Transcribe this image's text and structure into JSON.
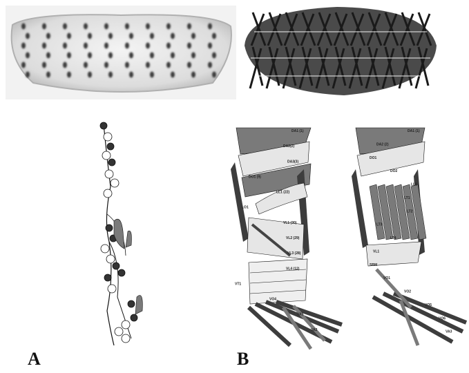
{
  "figure": {
    "panel_labels": {
      "a": "A",
      "b": "B"
    },
    "muscle_labels_left": [
      "DA1 (1)",
      "DA2(2)",
      "DA3(3)",
      "DO1 (9)",
      "LL1 (22)",
      "LO1",
      "VL1 (30)",
      "VL2 (29)",
      "VL3 (28)",
      "VL4 (12)",
      "VT1",
      "VO4",
      "VA1",
      "VA2"
    ],
    "muscle_labels_right": [
      "DA1 (1)",
      "DA2 (2)",
      "DO1",
      "DO2",
      "LL1",
      "LT1",
      "LT2",
      "LT3",
      "LT4",
      "VL1",
      "SBM",
      "VO1",
      "VO2",
      "VO5",
      "VO6",
      "VA3"
    ],
    "colors": {
      "muscle_dark": "#3d3d3d",
      "muscle_mid": "#7a7a7a",
      "muscle_light": "#e6e6e6",
      "photo_bg": "#ececec"
    }
  }
}
